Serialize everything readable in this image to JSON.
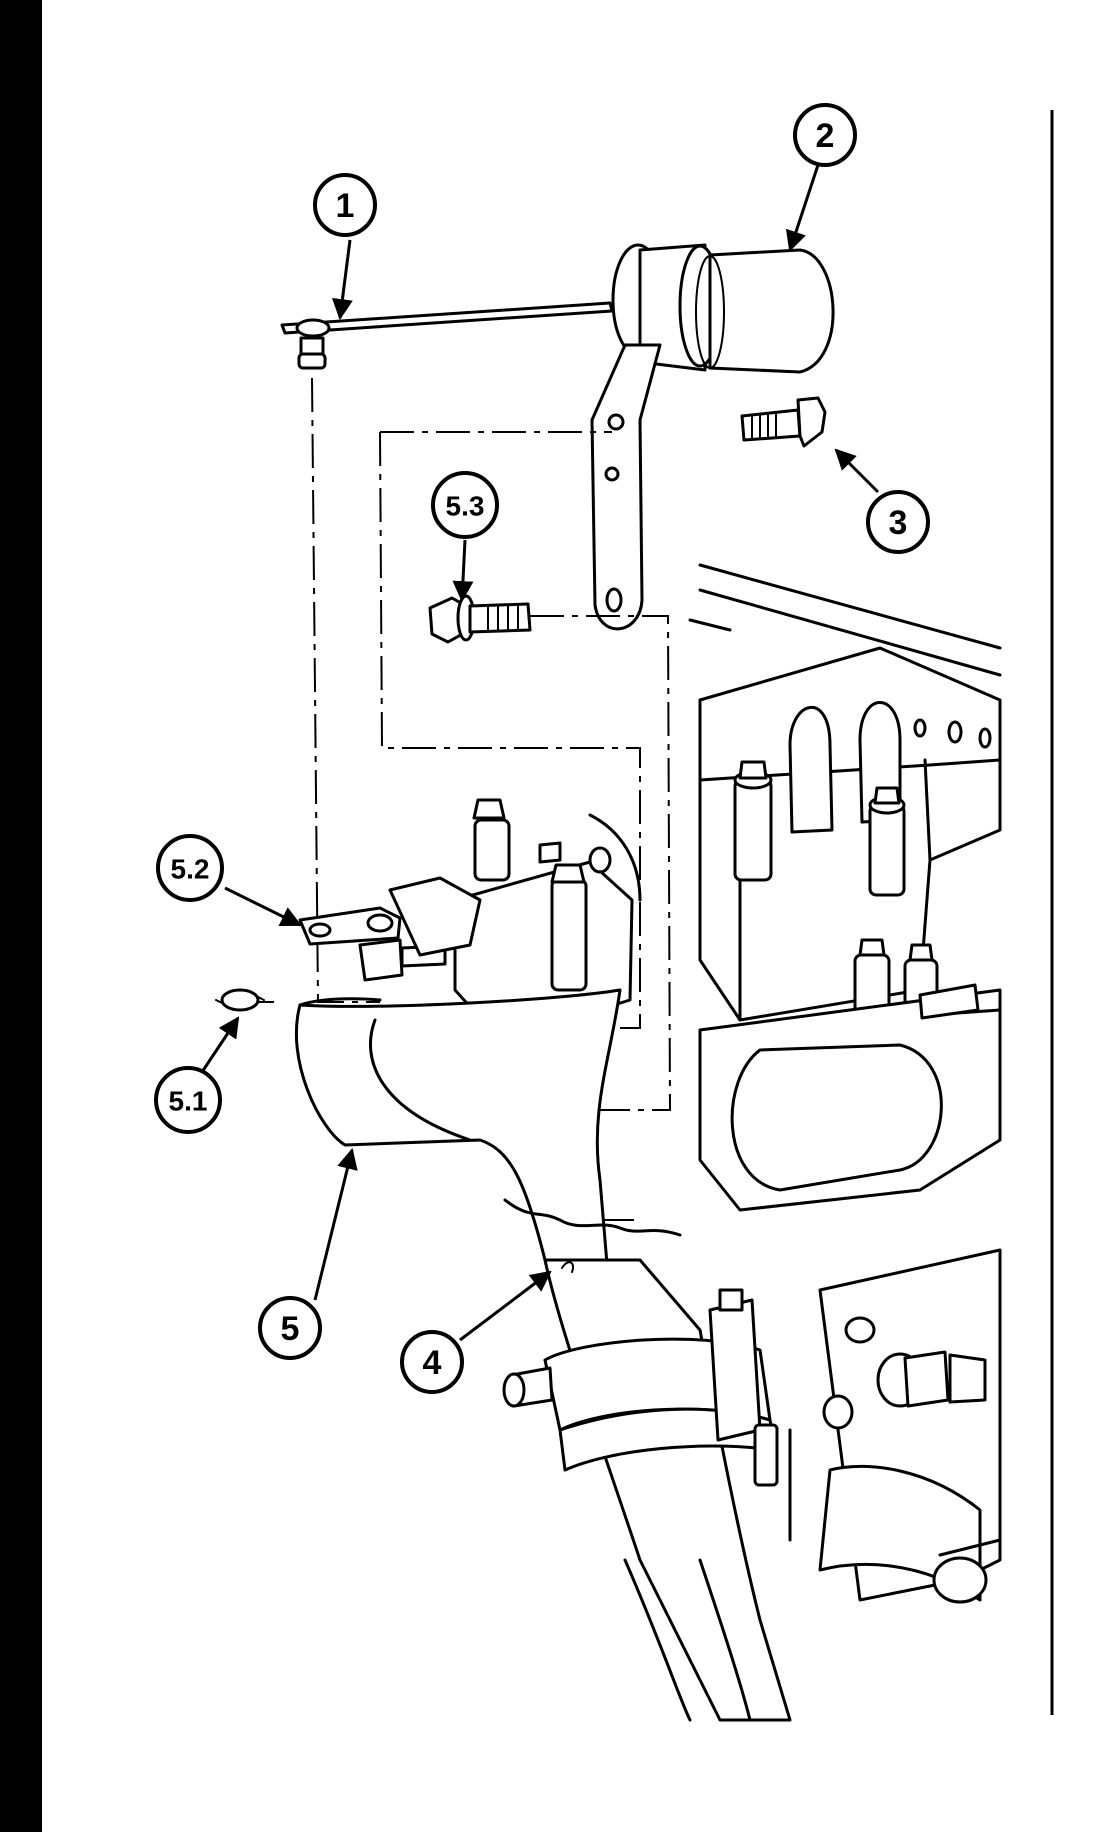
{
  "diagram": {
    "callouts": [
      {
        "id": "c1",
        "label": "1"
      },
      {
        "id": "c2",
        "label": "2"
      },
      {
        "id": "c3",
        "label": "3"
      },
      {
        "id": "c4",
        "label": "4"
      },
      {
        "id": "c5",
        "label": "5"
      },
      {
        "id": "c51",
        "label": "5.1"
      },
      {
        "id": "c52",
        "label": "5.2"
      },
      {
        "id": "c53",
        "label": "5.3"
      }
    ],
    "colors": {
      "ink": "#000000",
      "paper": "#ffffff"
    }
  }
}
